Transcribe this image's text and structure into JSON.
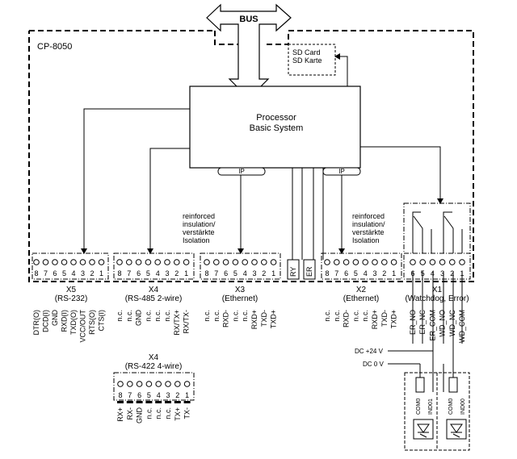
{
  "bus": {
    "label": "BUS"
  },
  "device": {
    "label": "CP-8050"
  },
  "sd_card": {
    "line1": "SD Card",
    "line2": "SD Karte"
  },
  "processor": {
    "line1": "Processor",
    "line2": "Basic System"
  },
  "ip_labels": [
    "IP",
    "IP"
  ],
  "insulation_left": [
    "reinforced",
    "insulation/",
    "verstärkte",
    "Isolation"
  ],
  "insulation_right": [
    "reinforced",
    "insulation/",
    "verstärkte",
    "Isolation"
  ],
  "relay_labels": {
    "ry": "RY",
    "er": "ER"
  },
  "connectors": {
    "x5": {
      "name": "X5",
      "sub": "(RS-232)",
      "pins": [
        "8",
        "7",
        "6",
        "5",
        "4",
        "3",
        "2",
        "1"
      ],
      "signals": [
        "DTR(O)",
        "DCD(I)",
        "GND",
        "RXD(I)",
        "TXD(O)",
        "VCC/OUT",
        "RTS(O)",
        "CTS(I)"
      ]
    },
    "x4": {
      "name": "X4",
      "sub": "(RS-485 2-wire)",
      "pins": [
        "8",
        "7",
        "6",
        "5",
        "4",
        "3",
        "2",
        "1"
      ],
      "signals": [
        "n.c.",
        "n.c.",
        "GND",
        "n.c.",
        "n.c.",
        "n.c.",
        "RX/TX+",
        "RX/TX-"
      ]
    },
    "x3": {
      "name": "X3",
      "sub": "(Ethernet)",
      "pins": [
        "8",
        "7",
        "6",
        "5",
        "4",
        "3",
        "2",
        "1"
      ],
      "signals": [
        "n.c.",
        "n.c.",
        "RXD-",
        "n.c.",
        "n.c.",
        "RXD+",
        "TXD-",
        "TXD+"
      ]
    },
    "x2": {
      "name": "X2",
      "sub": "(Ethernet)",
      "pins": [
        "8",
        "7",
        "6",
        "5",
        "4",
        "3",
        "2",
        "1"
      ],
      "signals": [
        "n.c.",
        "n.c.",
        "RXD-",
        "n.c.",
        "n.c.",
        "RXD+",
        "TXD-",
        "TXD+"
      ]
    },
    "x1": {
      "name": "X1",
      "sub": "(Watchdog, Error)",
      "pins": [
        "6",
        "5",
        "4",
        "3",
        "2",
        "1"
      ],
      "signals": [
        "ER_NO",
        "ER_NC",
        "ER_COM",
        "WD_NO",
        "WD_NC",
        "WD_COM"
      ]
    },
    "x4b": {
      "name": "X4",
      "sub": "(RS-422 4-wire)",
      "pins": [
        "8",
        "7",
        "6",
        "5",
        "4",
        "3",
        "2",
        "1"
      ],
      "signals": [
        "RX+",
        "RX-",
        "GND",
        "n.c.",
        "n.c.",
        "n.c.",
        "TX+",
        "TX-"
      ]
    }
  },
  "supply": {
    "dc24": "DC +24 V",
    "dc0": "DC 0 V"
  },
  "io_labels": [
    "COM0",
    "IND01",
    "COM0",
    "IND00"
  ]
}
